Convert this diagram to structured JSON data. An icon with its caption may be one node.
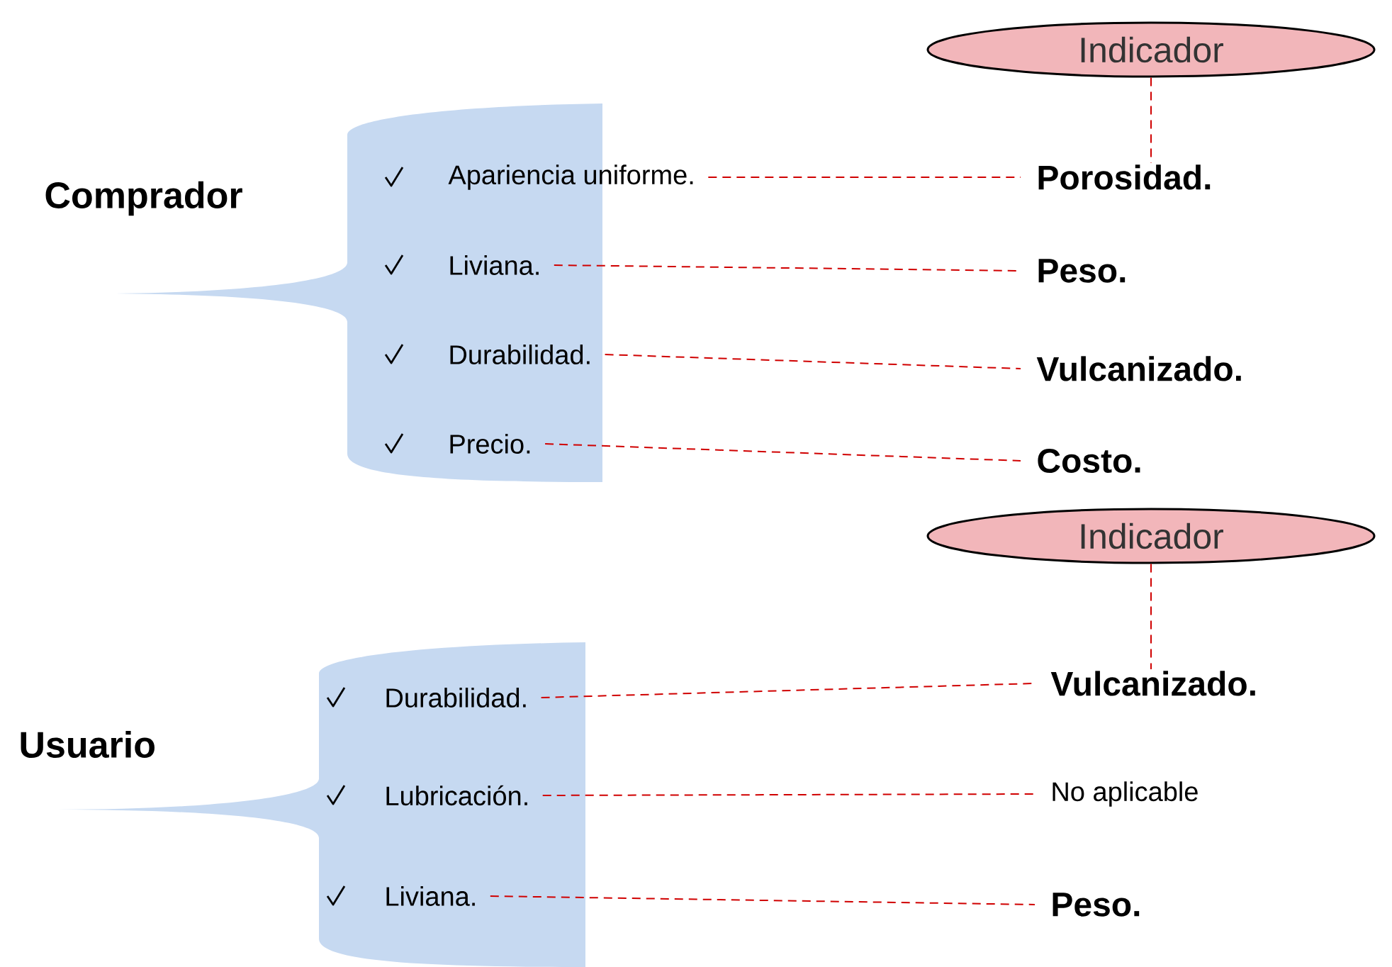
{
  "diagram": {
    "nodes": [
      {
        "text": [
          "Comprador"
        ]
      },
      {
        "text": [],
        "shape": "callout"
      },
      {
        "text": [
          "Apariencia uniforme."
        ],
        "in": 1
      },
      {
        "text": [
          "Liviana."
        ],
        "in": 1
      },
      {
        "text": [
          "Durabilidad."
        ],
        "in": 1
      },
      {
        "text": [
          "Precio."
        ],
        "in": 1
      },
      {
        "text": [
          "Indicador"
        ]
      },
      {
        "text": [
          "Porosidad."
        ]
      },
      {
        "text": [
          "Peso."
        ]
      },
      {
        "text": [
          "Vulcanizado."
        ]
      },
      {
        "text": [
          "Costo."
        ]
      },
      {
        "text": [
          "Usuario"
        ]
      },
      {
        "text": [],
        "shape": "callout"
      },
      {
        "text": [
          "Durabilidad."
        ],
        "in": 12
      },
      {
        "text": [
          "Lubricación."
        ],
        "in": 12
      },
      {
        "text": [
          "Liviana."
        ],
        "in": 12
      },
      {
        "text": [
          "Indicador"
        ]
      },
      {
        "text": [
          "Vulcanizado."
        ]
      },
      {
        "text": [
          "No aplicable"
        ]
      },
      {
        "text": [
          "Peso."
        ]
      }
    ],
    "edges": [
      {
        "from": 6,
        "to": 7,
        "arrow": "none",
        "style": "dashed"
      },
      {
        "from": 2,
        "to": 7,
        "arrow": "none",
        "style": "dashed"
      },
      {
        "from": 3,
        "to": 8,
        "arrow": "none",
        "style": "dashed"
      },
      {
        "from": 4,
        "to": 9,
        "arrow": "none",
        "style": "dashed"
      },
      {
        "from": 5,
        "to": 10,
        "arrow": "none",
        "style": "dashed"
      },
      {
        "from": 16,
        "to": 17,
        "arrow": "none",
        "style": "dashed"
      },
      {
        "from": 13,
        "to": 17,
        "arrow": "none",
        "style": "dashed"
      },
      {
        "from": 14,
        "to": 18,
        "arrow": "none",
        "style": "dashed"
      },
      {
        "from": 15,
        "to": 19,
        "arrow": "none",
        "style": "dashed"
      }
    ]
  }
}
